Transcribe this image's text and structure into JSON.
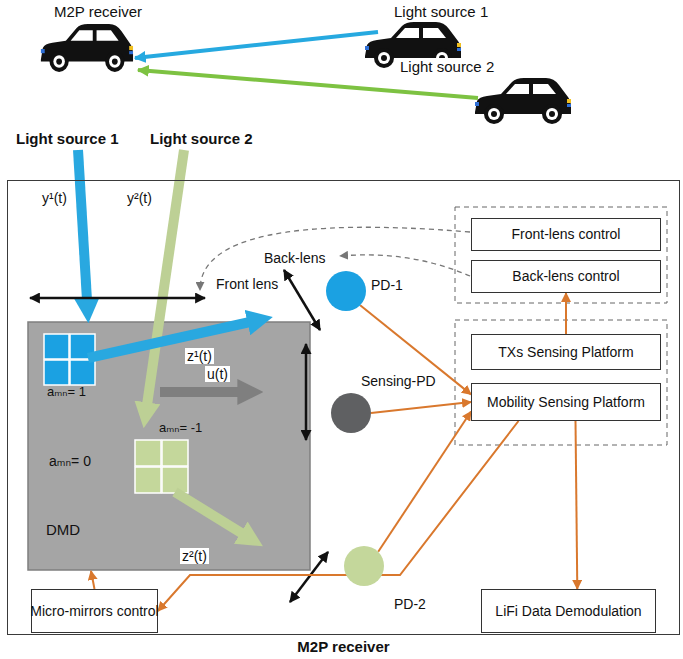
{
  "diagram": {
    "nodes": [
      {
        "text": [
          "M2P receiver"
        ]
      },
      {
        "text": [
          "aₘₙ= 0",
          "DMD"
        ],
        "in": 0
      },
      {
        "text": [
          "aₘₙ= 1"
        ],
        "in": 1
      },
      {
        "text": [
          "aₘₙ= -1"
        ],
        "in": 1
      },
      {
        "text": [
          "PD-1"
        ],
        "in": 0
      },
      {
        "text": [
          "Sensing-PD"
        ],
        "in": 0
      },
      {
        "text": [
          "PD-2"
        ],
        "in": 0
      },
      {
        "text": [
          "Front-lens control"
        ],
        "in": 0
      },
      {
        "text": [
          "Back-lens control"
        ],
        "in": 0
      },
      {
        "text": [
          "TXs Sensing Platform"
        ],
        "in": 0
      },
      {
        "text": [
          "Mobility Sensing Platform"
        ],
        "in": 0
      },
      {
        "text": [
          "Micro-mirrors control"
        ],
        "in": 0
      },
      {
        "text": [
          "LiFi Data Demodulation"
        ],
        "in": 0
      }
    ],
    "edges": [
      {
        "from": 4,
        "to": 10,
        "arrow": "to"
      },
      {
        "from": 5,
        "to": 10,
        "arrow": "to"
      },
      {
        "from": 6,
        "to": 10,
        "arrow": "to"
      },
      {
        "from": 9,
        "to": 8,
        "arrow": "to"
      },
      {
        "from": 10,
        "to": 12,
        "arrow": "to"
      },
      {
        "from": 10,
        "to": 11,
        "arrow": "to"
      },
      {
        "from": 11,
        "to": 1,
        "arrow": "to"
      }
    ],
    "labels": [
      "M2P receiver",
      "Light source 1",
      "Light source 2",
      "Light source 1",
      "Light source 2",
      "y¹(t)",
      "y²(t)",
      "Front lens",
      "Back-lens",
      "z¹(t)",
      "u(t)",
      "z²(t)"
    ]
  }
}
